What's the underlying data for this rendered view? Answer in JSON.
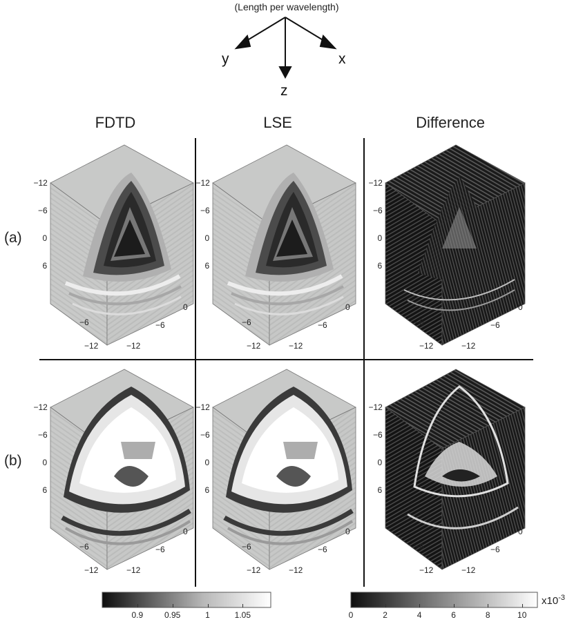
{
  "orientation": {
    "caption": "(Length per wavelength)",
    "axes": {
      "x": "x",
      "y": "y",
      "z": "z"
    }
  },
  "columns": [
    "FDTD",
    "LSE",
    "Difference"
  ],
  "rows": [
    "(a)",
    "(b)"
  ],
  "cube_ticks": {
    "vertical": [
      "−12",
      "−6",
      "0",
      "6"
    ],
    "right": [
      "0",
      "−6",
      "−12"
    ],
    "left_bottom": [
      "−6",
      "−12"
    ]
  },
  "colorbars": {
    "field": {
      "ticks": [
        "0.9",
        "0.95",
        "1",
        "1.05"
      ],
      "tick_values": [
        0.9,
        0.95,
        1.0,
        1.05
      ],
      "range": [
        0.85,
        1.09
      ]
    },
    "difference": {
      "ticks": [
        "0",
        "2",
        "4",
        "6",
        "8",
        "10"
      ],
      "tick_values": [
        0,
        2,
        4,
        6,
        8,
        10
      ],
      "range": [
        0,
        10.9
      ],
      "multiplier": "x10",
      "exponent": "-3"
    }
  },
  "colors": {
    "dark": "#111111",
    "light": "#ffffff",
    "face_gray": "#c8c9c8"
  }
}
